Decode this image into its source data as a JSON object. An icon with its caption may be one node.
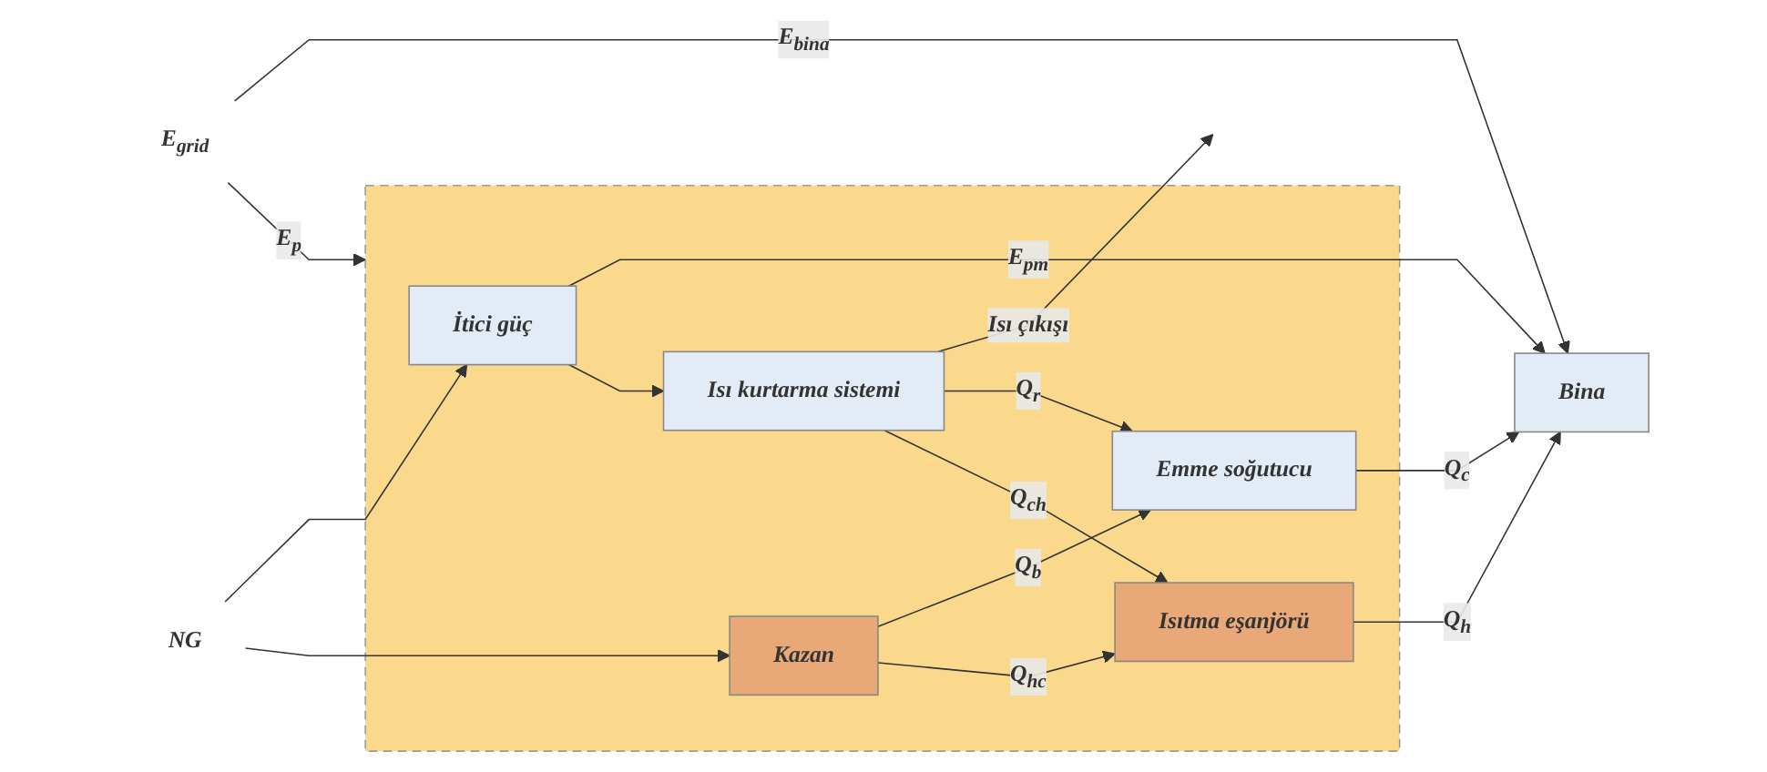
{
  "diagram": {
    "nodes": [
      {
        "text": [],
        "shape": "box"
      },
      {
        "text": [
          "İtici güç"
        ],
        "in": 0
      },
      {
        "text": [
          "Isı kurtarma sistemi"
        ],
        "in": 0
      },
      {
        "text": [
          "Emme soğutucu"
        ],
        "in": 0
      },
      {
        "text": [
          "Kazan"
        ],
        "in": 0
      },
      {
        "text": [
          "Isıtma eşanjörü"
        ],
        "in": 0
      },
      {
        "text": [
          "Bina"
        ]
      },
      {
        "text": [
          "NG"
        ]
      },
      {
        "text": [
          "E$_{grid}$"
        ]
      }
    ],
    "edges": [
      {
        "from": 7,
        "to": 1,
        "arrow": "to"
      },
      {
        "from": 7,
        "to": 4,
        "arrow": "to"
      },
      {
        "from": 8,
        "to": 6,
        "arrow": "to",
        "label": "E$_{bina}$"
      },
      {
        "from": 8,
        "to": 0,
        "arrow": "to",
        "label": "E$_{p}$"
      },
      {
        "from": 1,
        "to": 6,
        "arrow": "to",
        "label": "E$_{pm}$"
      },
      {
        "from": 1,
        "to": 2,
        "arrow": "to"
      },
      {
        "from": 2,
        "to": null,
        "arrow": "to",
        "label": "Isı çıkışı"
      },
      {
        "from": 3,
        "to": 6,
        "arrow": "to",
        "label": "Q$_{c}$"
      },
      {
        "from": 5,
        "to": 6,
        "arrow": "to",
        "label": "Q$_{h}$"
      },
      {
        "from": 2,
        "to": 3,
        "arrow": "to",
        "label": "Q$_{r}$"
      },
      {
        "from": 4,
        "to": 3,
        "arrow": "to",
        "label": "Q$_{b}$"
      },
      {
        "from": 4,
        "to": 5,
        "arrow": "to",
        "label": "Q$_{hc}$"
      },
      {
        "from": 2,
        "to": 5,
        "arrow": "to",
        "label": "Q$_{ch}$"
      }
    ]
  }
}
